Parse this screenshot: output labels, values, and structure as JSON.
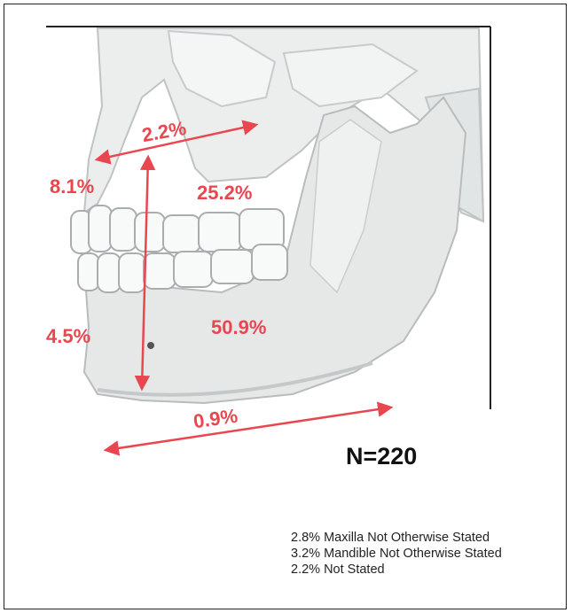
{
  "regions": {
    "upper_arrow": "2.2%",
    "anterior_maxilla": "8.1%",
    "maxilla_posterior": "25.2%",
    "anterior_mandible": "4.5%",
    "mandible_body": "50.9%",
    "lower_border": "0.9%"
  },
  "sample_size": "N=220",
  "footnotes": [
    "2.8% Maxilla Not Otherwise Stated",
    "3.2% Mandible Not Otherwise Stated",
    "2.2% Not Stated"
  ],
  "colors": {
    "accent": "#e8474f",
    "bone": "#e9ebeb",
    "bone_outline": "#b8bcbc",
    "tooth": "#f7f8f8"
  }
}
